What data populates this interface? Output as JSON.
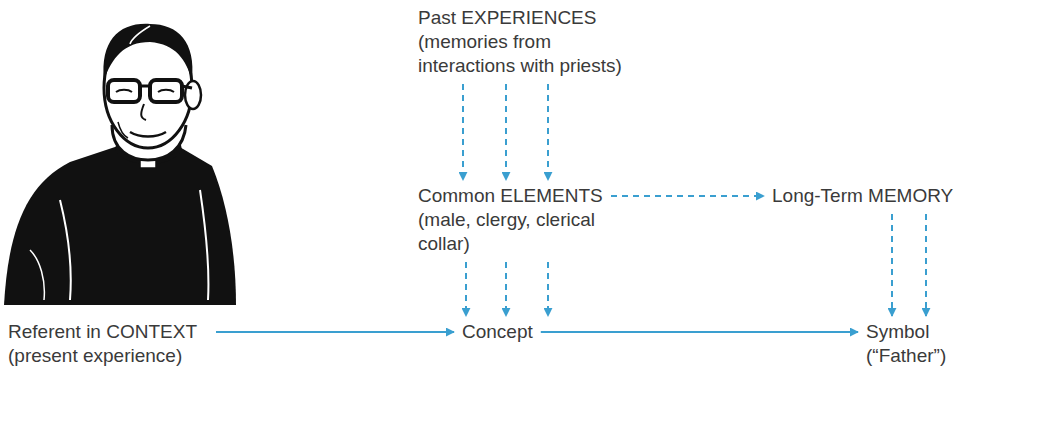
{
  "diagram": {
    "nodes": [
      {
        "text": [
          "Past EXPERIENCES (memories from interactions with priests)"
        ]
      },
      {
        "text": [
          "Common ELEMENTS (male, clergy, clerical collar)"
        ]
      },
      {
        "text": [
          "Long-Term MEMORY"
        ]
      },
      {
        "text": [
          "Referent in CONTEXT (present experience)"
        ]
      },
      {
        "text": [
          "Concept"
        ]
      },
      {
        "text": [
          "Symbol (“Father”)"
        ]
      }
    ],
    "edges": [
      {
        "from": 0,
        "to": 1,
        "arrow": "to"
      },
      {
        "from": 0,
        "to": 1,
        "arrow": "to"
      },
      {
        "from": 0,
        "to": 1,
        "arrow": "to"
      },
      {
        "from": 1,
        "to": 2,
        "arrow": "to"
      },
      {
        "from": 1,
        "to": 4,
        "arrow": "to"
      },
      {
        "from": 1,
        "to": 4,
        "arrow": "to"
      },
      {
        "from": 1,
        "to": 4,
        "arrow": "to"
      },
      {
        "from": 2,
        "to": 5,
        "arrow": "to"
      },
      {
        "from": 2,
        "to": 5,
        "arrow": "to"
      },
      {
        "from": 3,
        "to": 4,
        "arrow": "to"
      },
      {
        "from": 4,
        "to": 5,
        "arrow": "to"
      }
    ]
  }
}
